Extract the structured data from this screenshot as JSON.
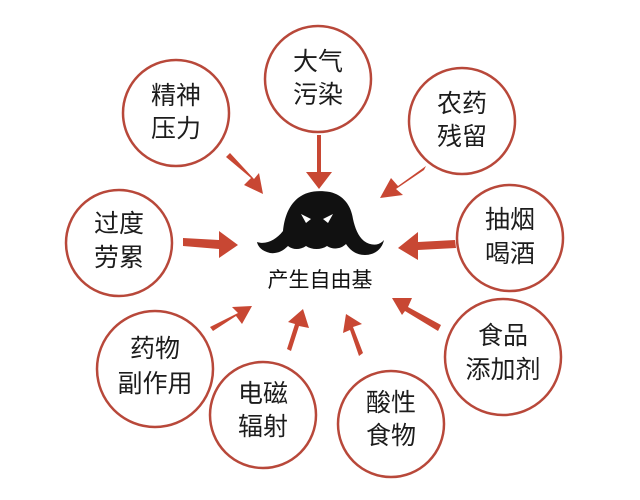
{
  "center": {
    "label": "产生自由基",
    "icon": "dark-monster-icon"
  },
  "colors": {
    "circle_stroke": "#b8483a",
    "arrow": "#c84733",
    "text": "#1c1c1c",
    "monster": "#111111"
  },
  "factors": [
    {
      "id": "air-pollution",
      "line1": "大气",
      "line2": "污染"
    },
    {
      "id": "pesticide-residue",
      "line1": "农药",
      "line2": "残留"
    },
    {
      "id": "smoking-drinking",
      "line1": "抽烟",
      "line2": "喝酒"
    },
    {
      "id": "food-additives",
      "line1": "食品",
      "line2": "添加剂"
    },
    {
      "id": "acidic-food",
      "line1": "酸性",
      "line2": "食物"
    },
    {
      "id": "electromagnetic-radiation",
      "line1": "电磁",
      "line2": "辐射"
    },
    {
      "id": "drug-side-effects",
      "line1": "药物",
      "line2": "副作用"
    },
    {
      "id": "overwork",
      "line1": "过度",
      "line2": "劳累"
    },
    {
      "id": "mental-stress",
      "line1": "精神",
      "line2": "压力"
    }
  ]
}
